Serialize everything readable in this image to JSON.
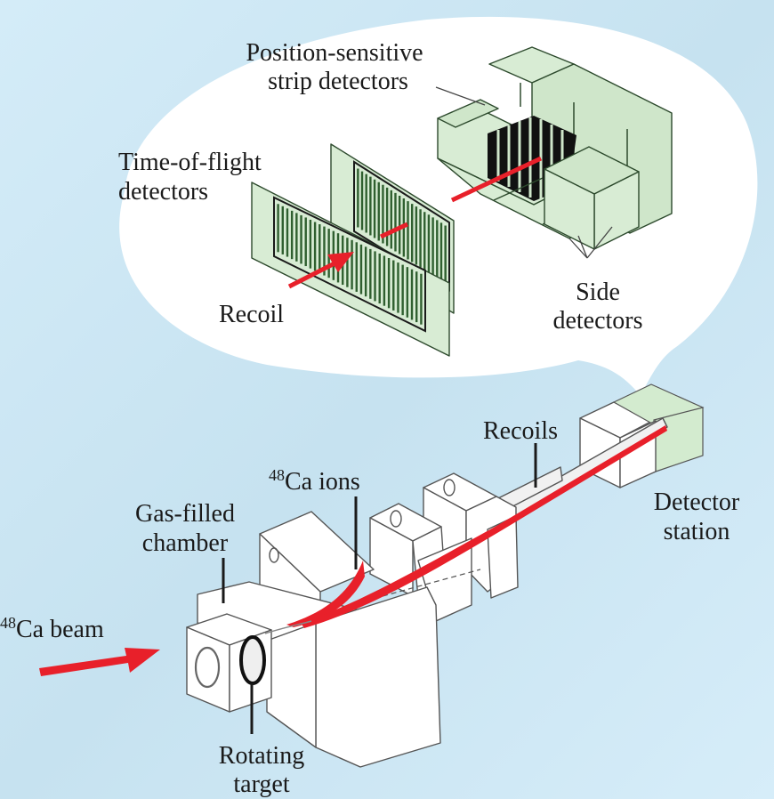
{
  "figure": {
    "title": "Gas-filled separator experiment schematic",
    "colors": {
      "background": "#cfe7f3",
      "bubble": "#ffffff",
      "detector_green": "#d8ecd4",
      "beam_red": "#e8202a",
      "outline": "#1a1a1a"
    }
  },
  "labels": {
    "strip_detectors": {
      "line1": "Position-sensitive",
      "line2": "strip detectors"
    },
    "tof_detectors": {
      "line1": "Time-of-flight",
      "line2": "detectors"
    },
    "recoil": "Recoil",
    "side_detectors": {
      "line1": "Side",
      "line2": "detectors"
    },
    "recoils": "Recoils",
    "detector_station": {
      "line1": "Detector",
      "line2": "station"
    },
    "ca_ions": {
      "sup": "48",
      "text": "Ca ions"
    },
    "gas_chamber": {
      "line1": "Gas-filled",
      "line2": "chamber"
    },
    "ca_beam": {
      "sup": "48",
      "text": "Ca beam"
    },
    "rotating_target": {
      "line1": "Rotating",
      "line2": "target"
    }
  }
}
